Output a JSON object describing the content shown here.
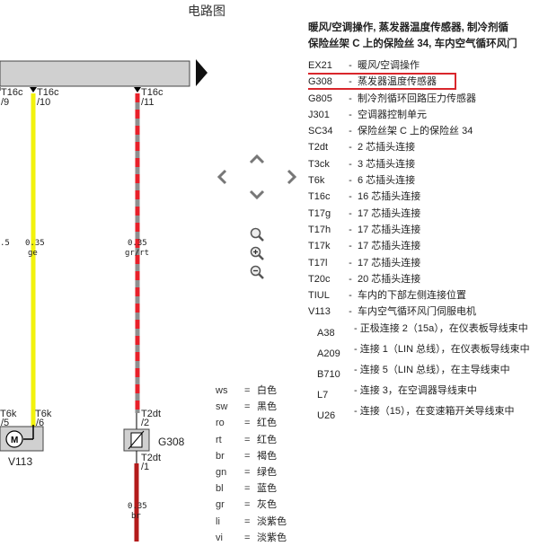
{
  "page": {
    "title": "电路图"
  },
  "wires": [
    {
      "id": "w1",
      "connector_top": "T16c",
      "pin_top": "/9",
      "gauge": ".5"
    },
    {
      "id": "w2",
      "connector_top": "T16c",
      "pin_top": "/10",
      "gauge": "0.35",
      "color_code": "ge"
    },
    {
      "id": "w3",
      "connector_top": "T16c",
      "pin_top": "/11",
      "gauge": "0.35",
      "color_code": "gr/rt"
    }
  ],
  "bottom_connectors": {
    "left_a": {
      "name": "T6k",
      "pin": "/5"
    },
    "left_b": {
      "name": "T6k",
      "pin": "/6"
    },
    "right_top": {
      "name": "T2dt",
      "pin": "/2"
    },
    "right_bottom": {
      "name": "T2dt",
      "pin": "/1"
    },
    "bottom_wire": {
      "gauge": "0.35",
      "color_code": "br"
    }
  },
  "components": {
    "motor": {
      "label": "V113",
      "symbol": "M"
    },
    "sensor": {
      "label": "G308"
    }
  },
  "colors": {
    "yellow": "#f2f20c",
    "red": "#e8202a",
    "gray": "#8f8f8f",
    "darkred": "#b31b1b",
    "highlight": "#d9262c"
  },
  "nav": {
    "up": "chevron-up-icon",
    "down": "chevron-down-icon",
    "left": "chevron-left-icon",
    "right": "chevron-right-icon",
    "zoom_fit": "magnifier-icon",
    "zoom_in": "zoom-in-icon",
    "zoom_out": "zoom-out-icon"
  },
  "color_legend": [
    {
      "code": "ws",
      "eq": "=",
      "name": "白色"
    },
    {
      "code": "sw",
      "eq": "=",
      "name": "黑色"
    },
    {
      "code": "ro",
      "eq": "=",
      "name": "红色"
    },
    {
      "code": "rt",
      "eq": "=",
      "name": "红色"
    },
    {
      "code": "br",
      "eq": "=",
      "name": "褐色"
    },
    {
      "code": "gn",
      "eq": "=",
      "name": "绿色"
    },
    {
      "code": "bl",
      "eq": "=",
      "name": "蓝色"
    },
    {
      "code": "gr",
      "eq": "=",
      "name": "灰色"
    },
    {
      "code": "li",
      "eq": "=",
      "name": "淡紫色"
    },
    {
      "code": "vi",
      "eq": "=",
      "name": "淡紫色"
    }
  ],
  "legend": {
    "header_line1": "暖风/空调操作, 蒸发器温度传感器, 制冷剂循",
    "header_line2": "保险丝架 C 上的保险丝 34, 车内空气循环风门",
    "items": [
      {
        "code": "EX21",
        "sep": "-",
        "desc": "  暖风/空调操作"
      },
      {
        "code": "G308",
        "sep": "-",
        "desc": " 蒸发器温度传感器",
        "highlight": true
      },
      {
        "code": "G805",
        "sep": "-",
        "desc": "制冷剂循环回路压力传感器"
      },
      {
        "code": "J301",
        "sep": "-",
        "desc": "  空调器控制单元"
      },
      {
        "code": "SC34",
        "sep": "-",
        "desc": "保险丝架 C 上的保险丝 34"
      },
      {
        "code": "T2dt",
        "sep": "-",
        "desc": " 2 芯插头连接"
      },
      {
        "code": "T3ck",
        "sep": "-",
        "desc": " 3 芯插头连接"
      },
      {
        "code": "T6k",
        "sep": "-",
        "desc": " 6 芯插头连接"
      },
      {
        "code": "T16c",
        "sep": "-",
        "desc": " 16 芯插头连接"
      },
      {
        "code": "T17g",
        "sep": "-",
        "desc": " 17 芯插头连接"
      },
      {
        "code": "T17h",
        "sep": "-",
        "desc": " 17 芯插头连接"
      },
      {
        "code": "T17k",
        "sep": "-",
        "desc": " 17 芯插头连接"
      },
      {
        "code": "T17l",
        "sep": "-",
        "desc": " 17 芯插头连接"
      },
      {
        "code": "T20c",
        "sep": "-",
        "desc": " 20 芯插头连接"
      },
      {
        "code": "TIUL",
        "sep": "-",
        "desc": "车内的下部左侧连接位置"
      },
      {
        "code": "V113",
        "sep": "-",
        "desc": "车内空气循环风门伺服电机"
      }
    ],
    "sub_items": [
      {
        "code": "A38",
        "desc": "- 正极连接 2（15a），在仪表板导线束中"
      },
      {
        "code": "A209",
        "desc": "- 连接 1（LIN 总线），在仪表板导线束中"
      },
      {
        "code": "B710",
        "desc": "- 连接 5（LIN 总线），在主导线束中"
      },
      {
        "code": "L7",
        "desc": "-  连接 3，在空调器导线束中"
      },
      {
        "code": "U26",
        "desc": "- 连接（15），在变速箱开关导线束中"
      }
    ]
  }
}
